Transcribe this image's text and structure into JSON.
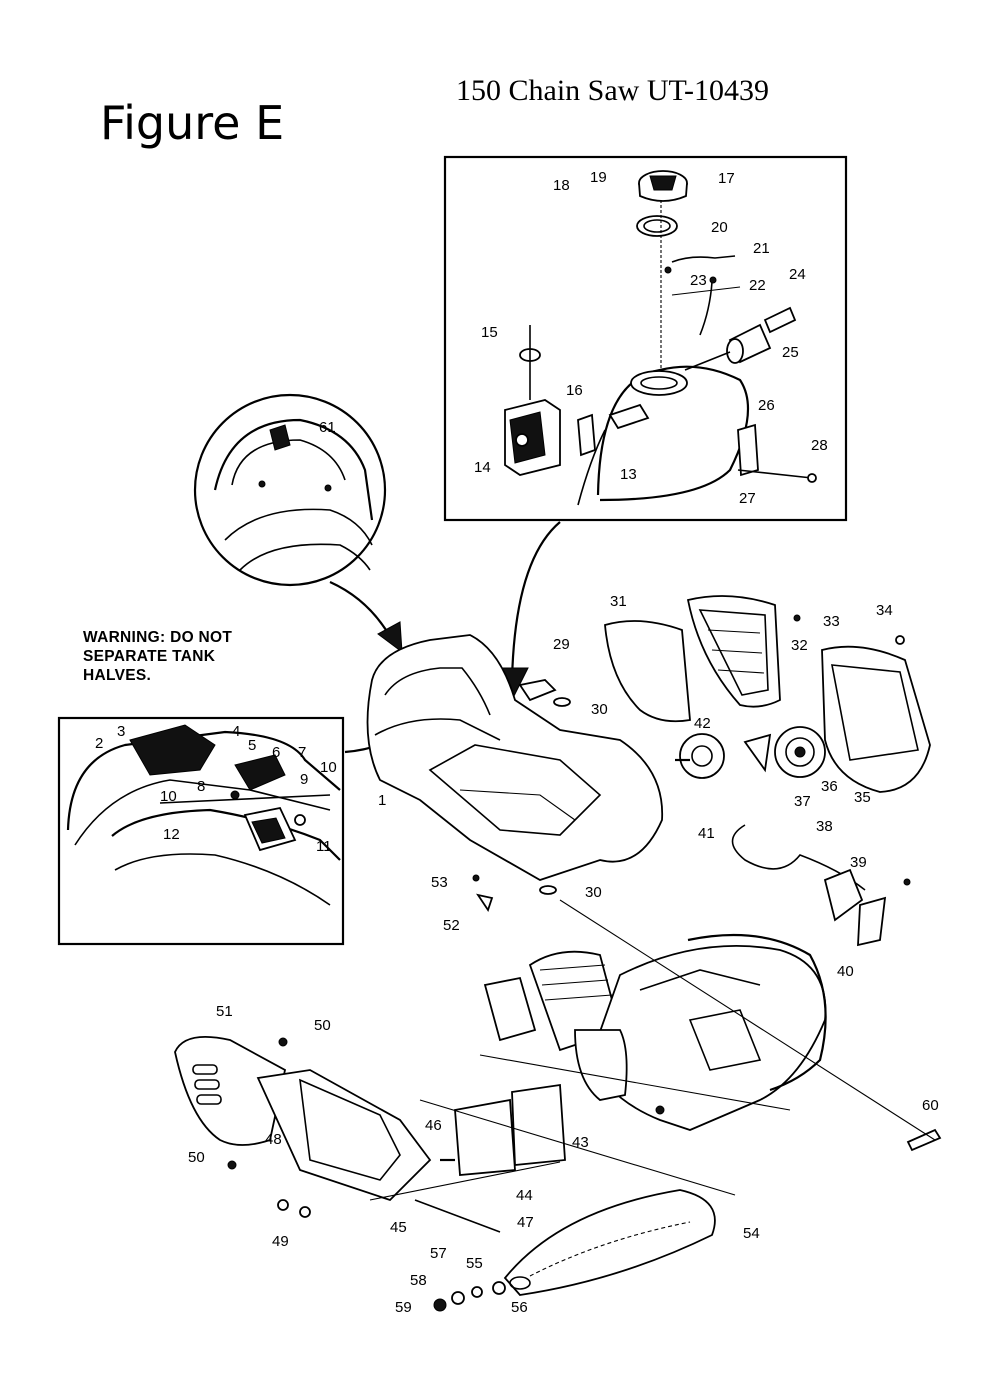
{
  "figure_label": "Figure E",
  "document_title": "150 Chain Saw UT-10439",
  "warning_lines": [
    "WARNING: DO NOT",
    "SEPARATE TANK",
    "HALVES."
  ],
  "callouts": [
    "1",
    "2",
    "3",
    "4",
    "5",
    "6",
    "7",
    "8",
    "9",
    "10",
    "10",
    "11",
    "12",
    "13",
    "14",
    "15",
    "16",
    "17",
    "18",
    "19",
    "20",
    "21",
    "22",
    "23",
    "24",
    "25",
    "26",
    "27",
    "28",
    "29",
    "30",
    "30",
    "31",
    "32",
    "33",
    "34",
    "35",
    "36",
    "37",
    "38",
    "39",
    "40",
    "41",
    "42",
    "43",
    "44",
    "45",
    "46",
    "47",
    "48",
    "49",
    "50",
    "50",
    "51",
    "52",
    "53",
    "54",
    "55",
    "56",
    "57",
    "58",
    "59",
    "60",
    "61"
  ]
}
